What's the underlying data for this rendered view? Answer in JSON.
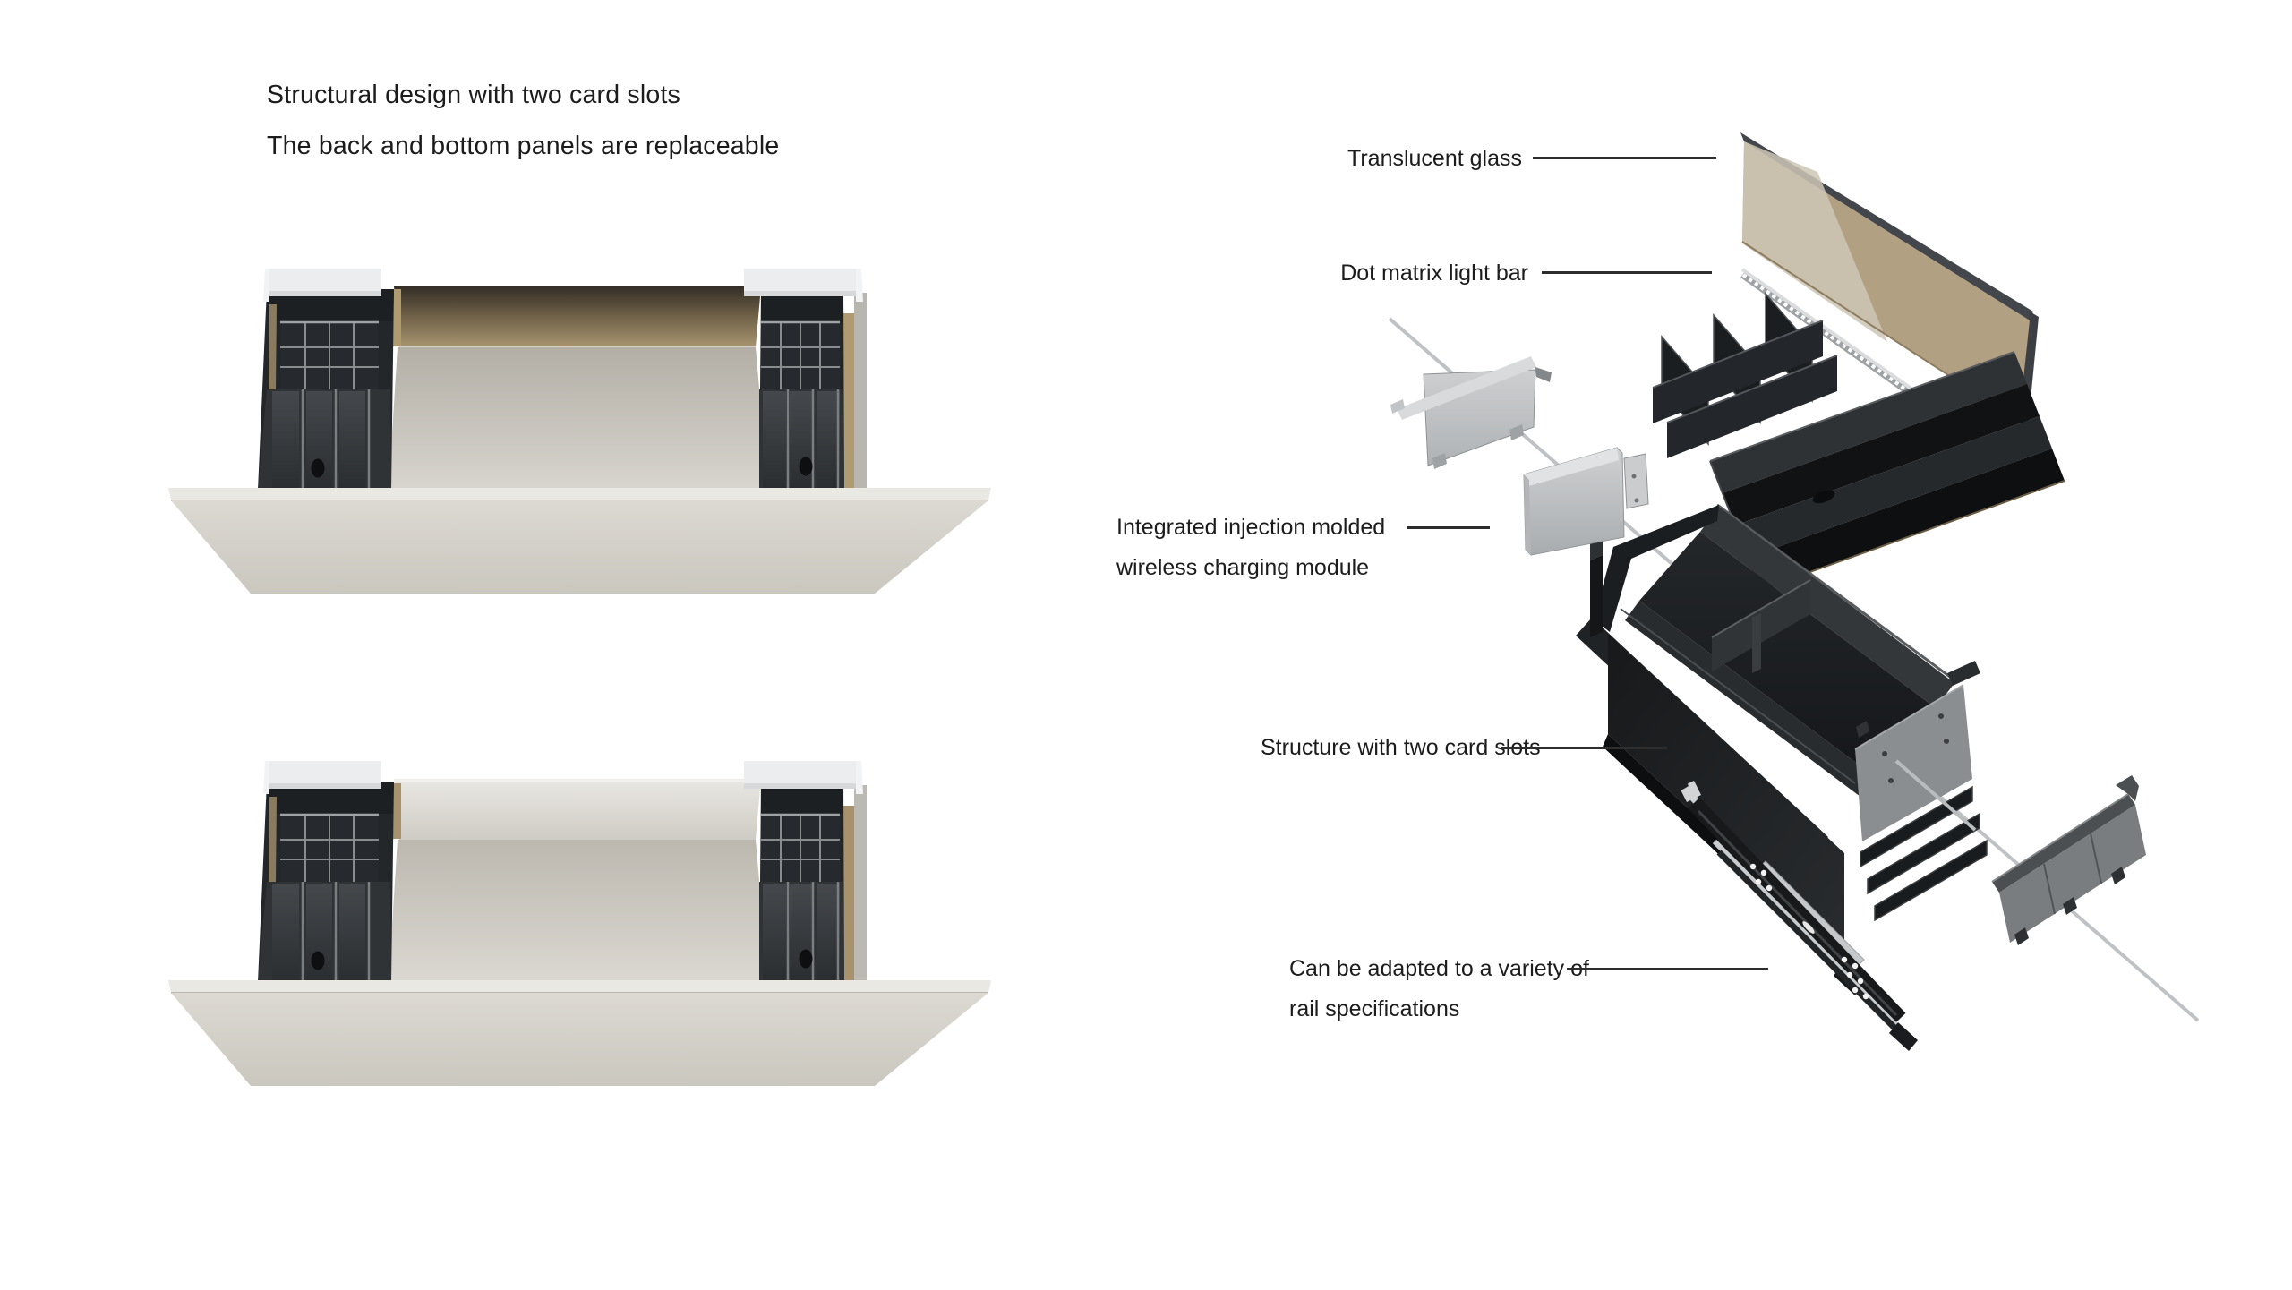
{
  "left_panel": {
    "heading_line1": "Structural design with two card slots",
    "heading_line2": "The back and bottom panels are replaceable"
  },
  "right_panel": {
    "callouts": [
      {
        "id": "translucent-glass",
        "lines": [
          "Translucent glass"
        ]
      },
      {
        "id": "dot-matrix-light-bar",
        "lines": [
          "Dot matrix light bar"
        ]
      },
      {
        "id": "wireless-charging-module",
        "lines": [
          "Integrated injection molded",
          "wireless charging module"
        ]
      },
      {
        "id": "structure-two-card-slots",
        "lines": [
          "Structure with two card slots"
        ]
      },
      {
        "id": "rail-specifications",
        "lines": [
          "Can be adapted to a variety of",
          "rail specifications"
        ]
      }
    ]
  },
  "colors": {
    "background": "#ffffff",
    "text": "#1c1c1c",
    "leader_line": "#2d2d2d",
    "glass_tan": "#b2a083",
    "glass_highlight": "#cdc5b6",
    "glass_edge": "#43464a",
    "metal_light": "#c9ccce",
    "plastic_dark": "#1a1d1f",
    "organizer_gray": "#2c2f32",
    "drawer_body": "#d6d3cc",
    "back_panel_tan": "#a3906e",
    "cap_white": "#ecedee"
  }
}
